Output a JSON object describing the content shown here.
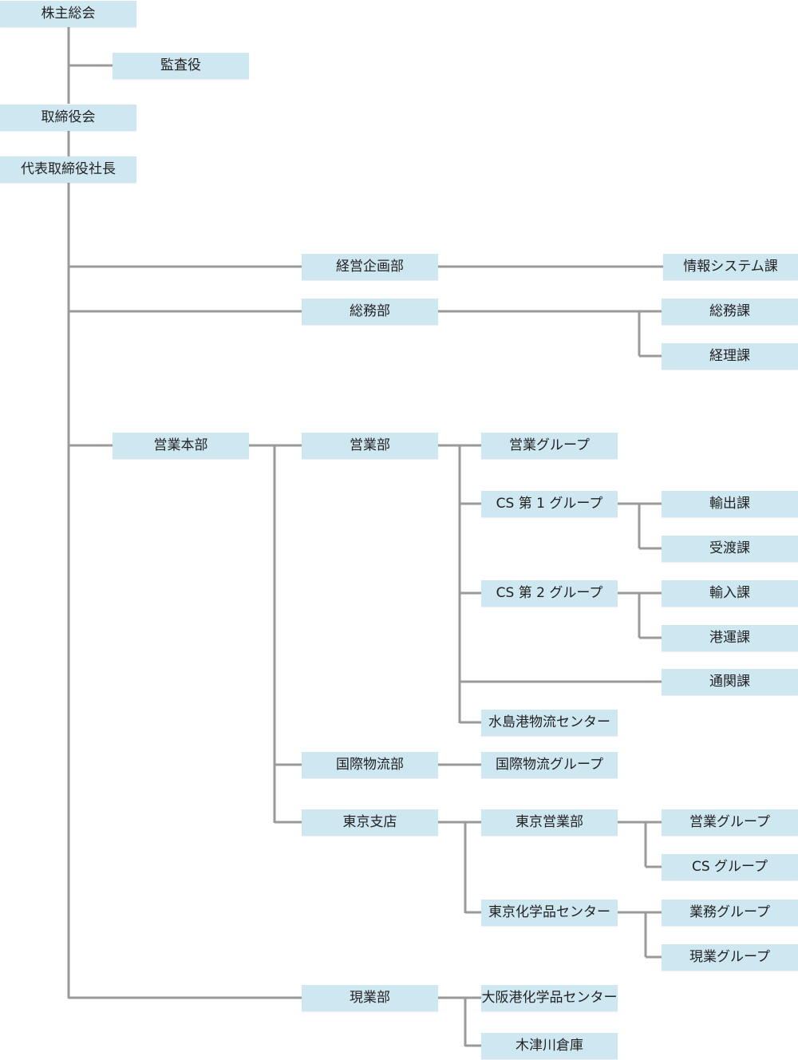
{
  "org": {
    "shareholders": "株主総会",
    "auditor": "監査役",
    "board": "取締役会",
    "president": "代表取締役社長",
    "planning": {
      "name": "経営企画部",
      "it": "情報システム課"
    },
    "general_affairs": {
      "name": "総務部",
      "general": "総務課",
      "accounting": "経理課"
    },
    "sales_hq": {
      "name": "営業本部",
      "sales_dept": {
        "name": "営業部",
        "sales_group": "営業グループ",
        "cs1": {
          "name": "CS 第 1 グループ",
          "export": "輸出課",
          "delivery": "受渡課"
        },
        "cs2": {
          "name": "CS 第 2 グループ",
          "import": "輸入課",
          "port": "港運課"
        },
        "customs": "通関課",
        "mizushima": "水島港物流センター"
      },
      "intl_logistics": {
        "name": "国際物流部",
        "group": "国際物流グループ"
      },
      "tokyo_branch": {
        "name": "東京支店",
        "tokyo_sales": {
          "name": "東京営業部",
          "sales_group": "営業グループ",
          "cs_group": "CS グループ"
        },
        "tokyo_chem": {
          "name": "東京化学品センター",
          "business_group": "業務グループ",
          "field_group": "現業グループ"
        }
      }
    },
    "field_ops": {
      "name": "現業部",
      "osaka_chem": "大阪港化学品センター",
      "kizugawa": "木津川倉庫"
    }
  }
}
